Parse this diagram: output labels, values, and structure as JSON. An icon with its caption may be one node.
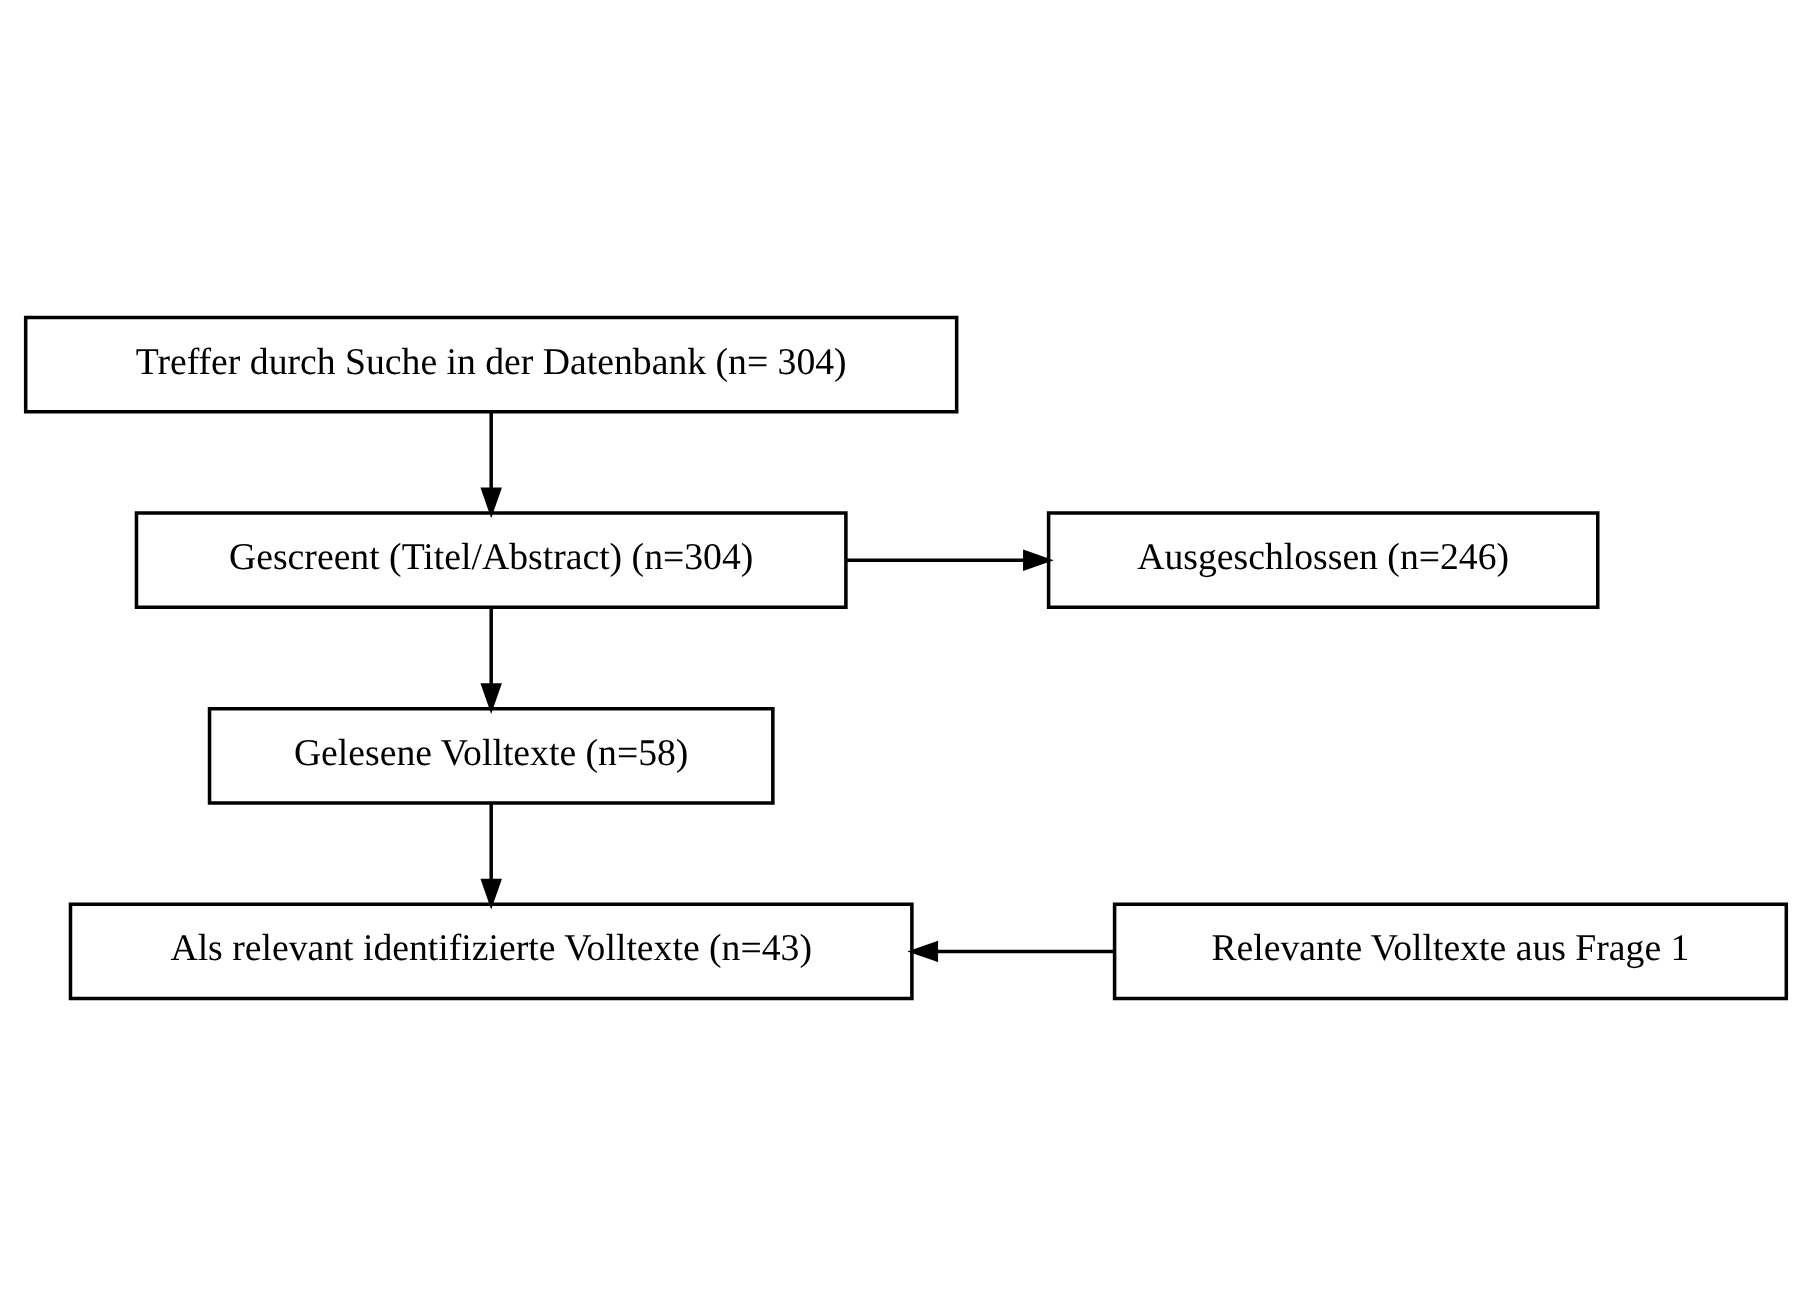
{
  "diagram": {
    "nodes": [
      {
        "text": [
          "Treffer durch Suche in der Datenbank (n= 304)"
        ]
      },
      {
        "text": [
          "Gescreent (Titel/Abstract) (n=304)"
        ]
      },
      {
        "text": [
          "Ausgeschlossen (n=246)"
        ]
      },
      {
        "text": [
          "Gelesene Volltexte (n=58)"
        ]
      },
      {
        "text": [
          "Als relevant identifizierte Volltexte (n=43)"
        ]
      },
      {
        "text": [
          "Relevante Volltexte aus Frage 1"
        ]
      }
    ],
    "edges": [
      {
        "from": 0,
        "to": 1,
        "arrow": "to"
      },
      {
        "from": 1,
        "to": 2,
        "arrow": "to"
      },
      {
        "from": 1,
        "to": 3,
        "arrow": "to"
      },
      {
        "from": 3,
        "to": 4,
        "arrow": "to"
      },
      {
        "from": 5,
        "to": 4,
        "arrow": "to"
      }
    ]
  }
}
